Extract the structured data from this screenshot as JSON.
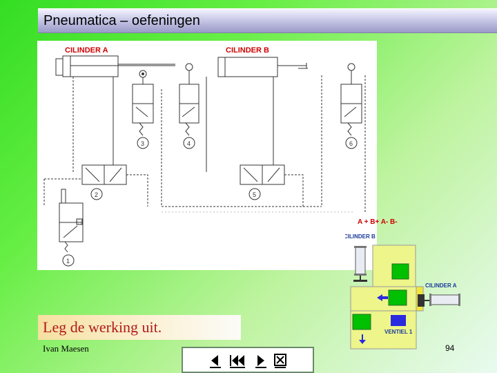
{
  "slide": {
    "title": "Pneumatica – oefeningen",
    "caption": "Leg de werking uit.",
    "author": "Ivan Maesen",
    "page_number": "94"
  },
  "diagram": {
    "labels": {
      "cylinder_a": "CILINDER A",
      "cylinder_b": "CILINDER B",
      "valve_1": "1",
      "valve_2": "2",
      "valve_3": "3",
      "valve_4": "4",
      "valve_5": "5",
      "valve_6": "6"
    }
  },
  "animation": {
    "sequence": "A +  B+  A-  B-",
    "cylinder_b_label": "CILINDER B",
    "cylinder_a_label": "CILINDER A",
    "valve_label": "VENTIEL 1",
    "accent_green": "#00c000",
    "accent_blue": "#2a2ae0",
    "panel_yellow": "#eef58a",
    "label_red": "#cc0000",
    "label_blue": "#1a3a9a"
  },
  "navigation": {
    "buttons": [
      "previous-icon",
      "first-icon",
      "next-icon",
      "close-icon"
    ]
  }
}
